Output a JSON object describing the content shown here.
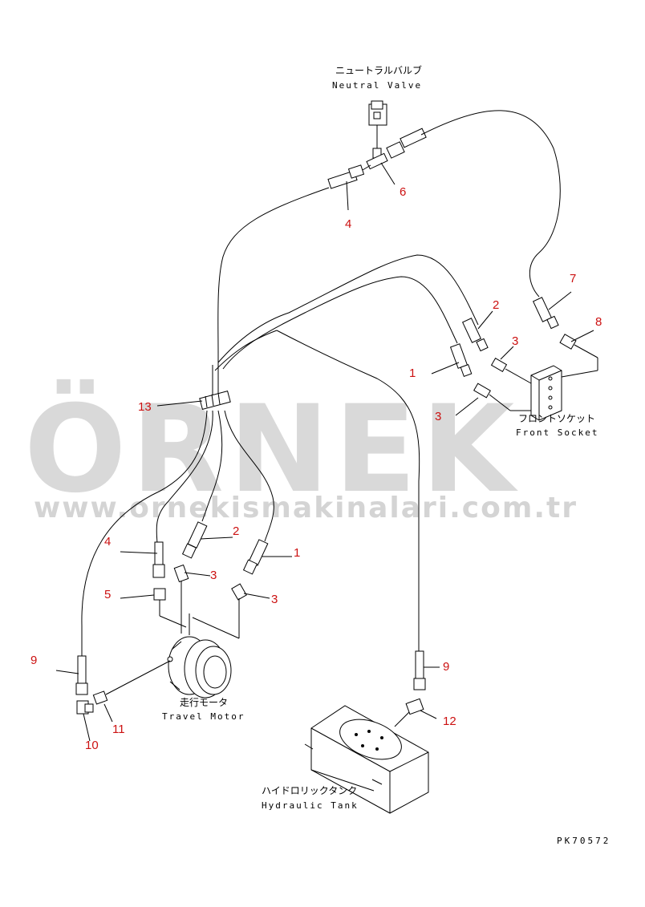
{
  "watermark": {
    "brand": "ÖRNEK",
    "url": "www.ornekismakinalari.com.tr",
    "accent_color": "#f6e9b8",
    "text_color": "#d9d9d9"
  },
  "labels": {
    "neutral_valve_jp": "ニュートラルバルブ",
    "neutral_valve_en": "Neutral Valve",
    "front_socket_jp": "フロントソケット",
    "front_socket_en": "Front Socket",
    "travel_motor_jp": "走行モータ",
    "travel_motor_en": "Travel Motor",
    "hydraulic_tank_jp": "ハイドロリックタンク",
    "hydraulic_tank_en": "Hydraulic Tank"
  },
  "drawing_code": "PK70572",
  "callout_color": "#cc1111",
  "callouts": {
    "c6": "6",
    "c4_top": "4",
    "c7": "7",
    "c8": "8",
    "c2_right": "2",
    "c3_right_upper": "3",
    "c1_right": "1",
    "c3_right_lower": "3",
    "c13": "13",
    "c4_left": "4",
    "c2_left": "2",
    "c1_left": "1",
    "c3_left_mid": "3",
    "c5": "5",
    "c3_left_lower": "3",
    "c9_left": "9",
    "c9_right": "9",
    "c11": "11",
    "c10": "10",
    "c12": "12"
  }
}
